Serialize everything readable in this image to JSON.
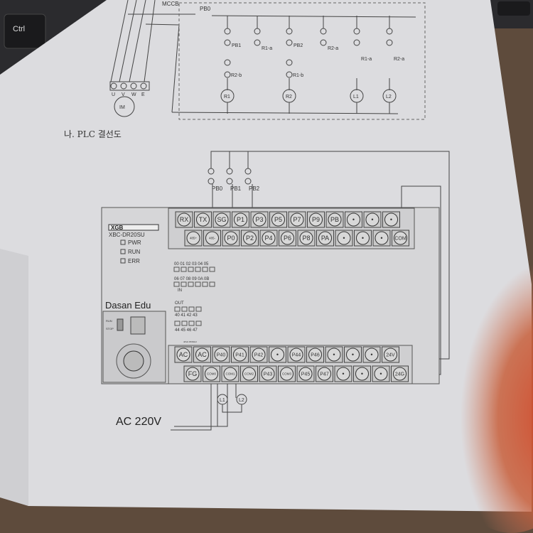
{
  "keyboard": {
    "key_label": "Ctrl"
  },
  "circuit": {
    "breaker": "MCCB",
    "motor_terminals": [
      "U",
      "V",
      "W",
      "E"
    ],
    "motor": "IM",
    "stop_button": "PB0",
    "contacts": [
      "PB1",
      "R1-a",
      "PB2",
      "R2-a",
      "R1-a",
      "R2-a",
      "R2-b",
      "R1-b"
    ],
    "loads": [
      "R1",
      "R2",
      "L1",
      "L2"
    ]
  },
  "section_title": "나. PLC 결선도",
  "plc": {
    "inputs": [
      "PB0",
      "PB1",
      "PB2"
    ],
    "brand": "XGB",
    "model": "XBC-DR20SU",
    "leds": [
      "PWR",
      "RUN",
      "ERR"
    ],
    "in_label": "IN",
    "in_row1": "00 01 02 03 04 05",
    "in_row2": "06 07 08 09 0A 0B",
    "out_label": "OUT",
    "out_row1": "40 41 42 43",
    "out_row2": "44 45 46 47",
    "vendor": "Dasan Edu",
    "switch_run": "RUN",
    "switch_stop": "STOP",
    "power_note": "40VA 35/60Hz",
    "top_row1": [
      "RX",
      "TX",
      "SG",
      "P1",
      "P3",
      "P5",
      "P7",
      "P9",
      "PB",
      "•",
      "•",
      "•"
    ],
    "top_row2": [
      "485+",
      "485-",
      "P0",
      "P2",
      "P4",
      "P6",
      "P8",
      "PA",
      "•",
      "•",
      "•",
      "COM"
    ],
    "bot_row1": [
      "AC",
      "AC",
      "P40",
      "P41",
      "P42",
      "•",
      "P44",
      "P46",
      "•",
      "•",
      "•",
      "24V"
    ],
    "bot_row2": [
      "FG",
      "COM0",
      "COM1",
      "COM2",
      "P43",
      "COM3",
      "P45",
      "P47",
      "•",
      "•",
      "•",
      "24G"
    ],
    "lamps": [
      "L1",
      "L2"
    ],
    "supply": "AC 220V"
  }
}
